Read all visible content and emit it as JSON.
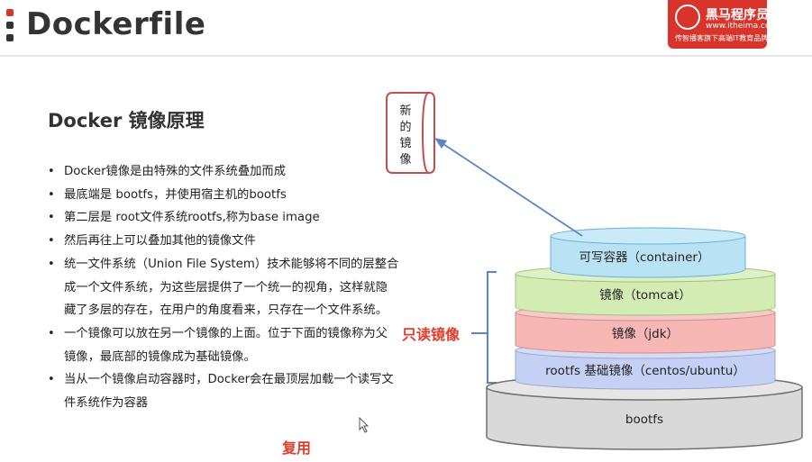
{
  "header": {
    "title": "Dockerfile",
    "brand": {
      "name": "黑马程序员",
      "url": "www.itheima.com",
      "slogan": "传智播客旗下高端IT教育品牌"
    }
  },
  "main": {
    "heading": "Docker 镜像原理",
    "bullets": [
      "Docker镜像是由特殊的文件系统叠加而成",
      "最底端是 bootfs，并使用宿主机的bootfs",
      "第二层是 root文件系统rootfs,称为base image",
      "然后再往上可以叠加其他的镜像文件",
      "统一文件系统（Union File System）技术能够将不同的层整合成一个文件系统，为这些层提供了一个统一的视角，这样就隐藏了多层的存在，在用户的角度看来，只存在一个文件系统。",
      "一个镜像可以放在另一个镜像的上面。位于下面的镜像称为父镜像，最底部的镜像成为基础镜像。",
      "当从一个镜像启动容器时，Docker会在最顶层加载一个读写文件系统作为容器"
    ],
    "reuse_label": "复用"
  },
  "diagram": {
    "new_image_label": [
      "新",
      "的",
      "镜",
      "像"
    ],
    "readonly_label": "只读镜像",
    "layers": {
      "container": "可写容器（container）",
      "tomcat": "镜像（tomcat）",
      "jdk": "镜像（jdk）",
      "rootfs": "rootfs 基础镜像（centos/ubuntu）",
      "bootfs": "bootfs"
    }
  },
  "colors": {
    "accent_red": "#e33c2d",
    "brand_red": "#d9342b",
    "container_fill": "#b9e3f5",
    "tomcat_fill": "#d2ecb3",
    "jdk_fill": "#f6b7b5",
    "rootfs_fill": "#c5d1f4",
    "bootfs_fill": "#d9d9d9",
    "arrow_blue": "#5b86c5",
    "new_image_border": "#c0504d"
  }
}
